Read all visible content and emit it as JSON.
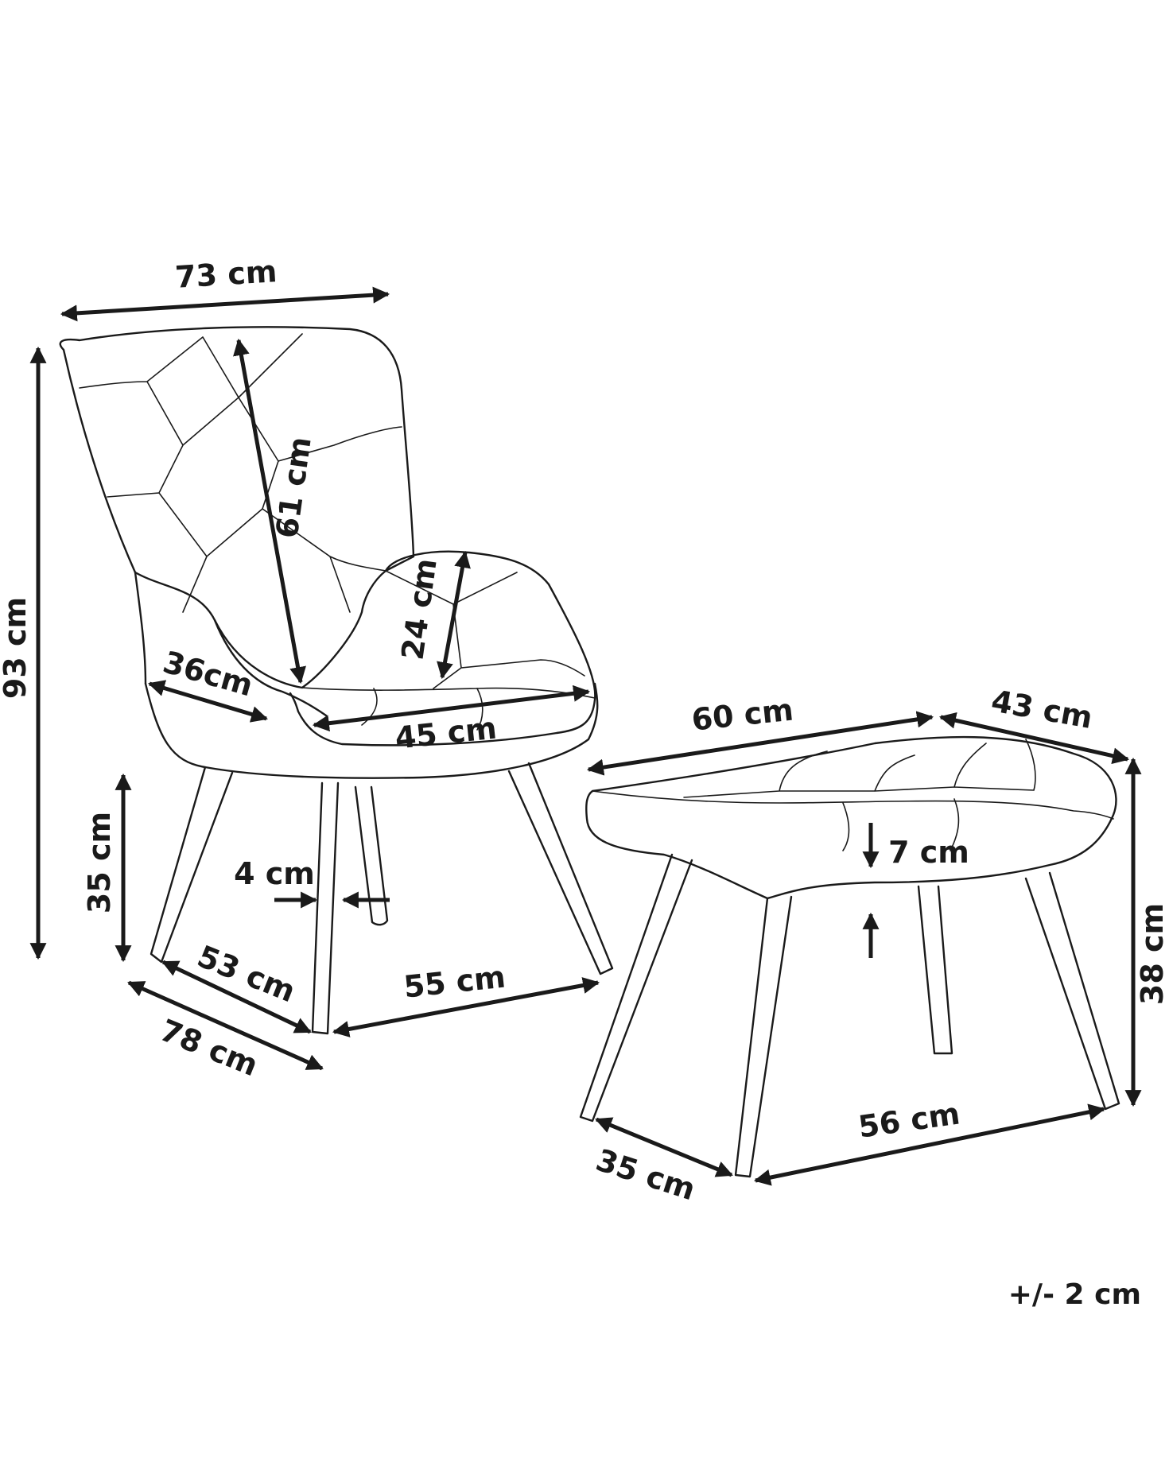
{
  "dimensions": {
    "chair_width": "73 cm",
    "chair_height": "93 cm",
    "backrest_height": "61 cm",
    "armrest_height": "24 cm",
    "armrest_width": "36cm",
    "seat_width": "45 cm",
    "seat_height": "35 cm",
    "leg_width": "4 cm",
    "seat_depth": "53 cm",
    "chair_depth": "78 cm",
    "leg_span": "55 cm",
    "ottoman_width": "60 cm",
    "ottoman_depth": "43 cm",
    "ottoman_height": "38 cm",
    "cushion_thickness": "7 cm",
    "ottoman_leg_width": "56 cm",
    "ottoman_leg_depth": "35 cm"
  },
  "tolerance": "+/- 2 cm"
}
